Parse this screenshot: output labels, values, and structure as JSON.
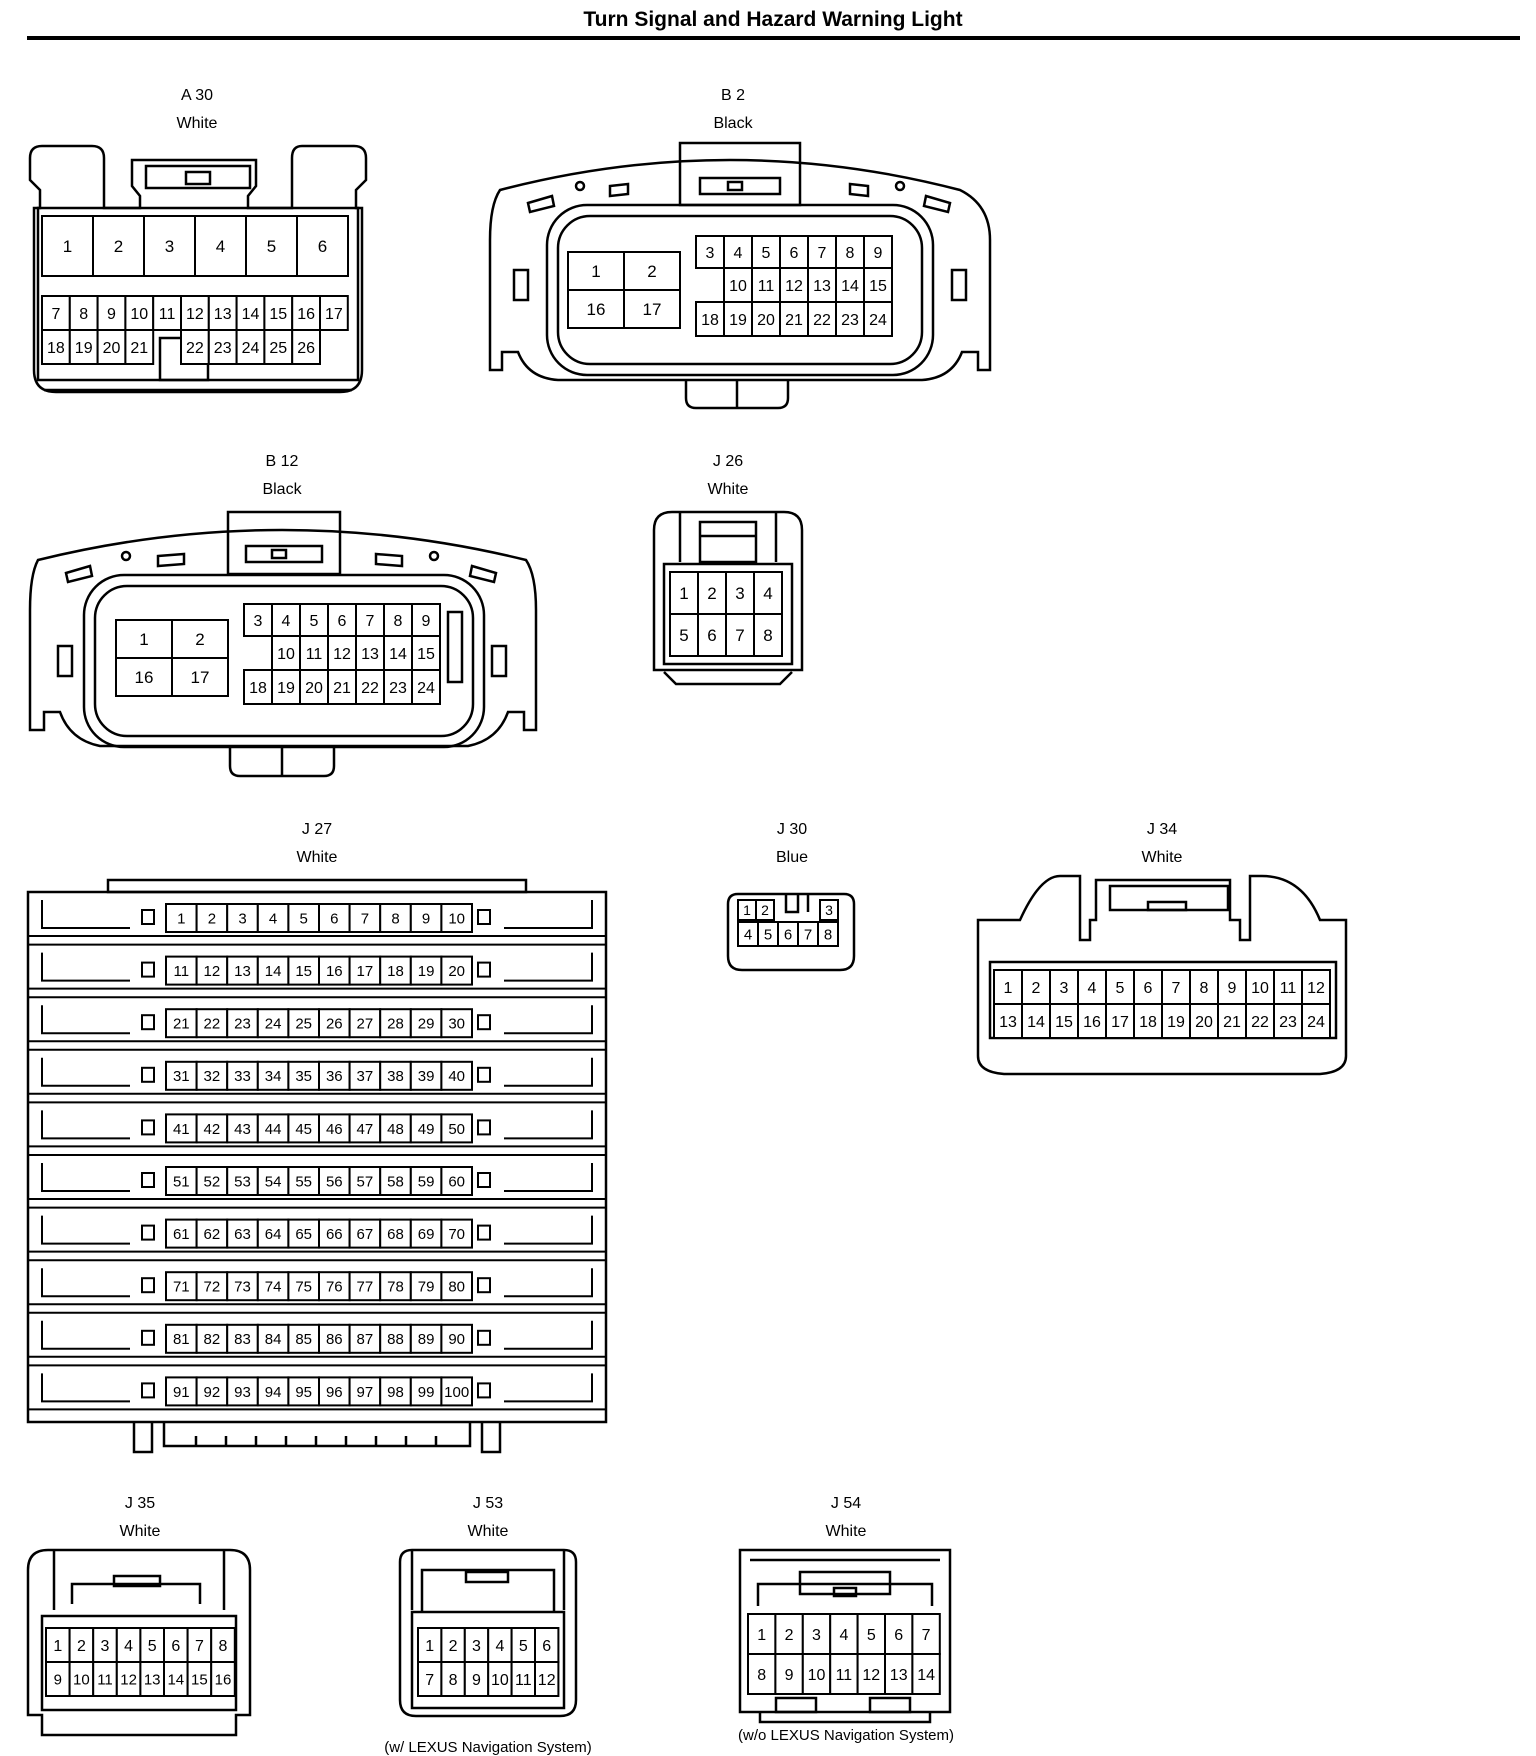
{
  "title": "Turn Signal and Hazard Warning Light",
  "connectors": [
    {
      "id": "A 30",
      "color": "White"
    },
    {
      "id": "B 2",
      "color": "Black"
    },
    {
      "id": "B 12",
      "color": "Black"
    },
    {
      "id": "J 26",
      "color": "White"
    },
    {
      "id": "J 27",
      "color": "White"
    },
    {
      "id": "J 30",
      "color": "Blue"
    },
    {
      "id": "J 34",
      "color": "White"
    },
    {
      "id": "J 35",
      "color": "White"
    },
    {
      "id": "J 53",
      "color": "White",
      "note": "(w/ LEXUS Navigation System)"
    },
    {
      "id": "J 54",
      "color": "White",
      "note": "(w/o LEXUS Navigation System)"
    }
  ],
  "pin_layouts": {
    "A 30": [
      [
        "1",
        "2",
        "3",
        "4",
        "5",
        "6"
      ],
      [
        "7",
        "8",
        "9",
        "10",
        "11",
        "12",
        "13",
        "14",
        "15",
        "16",
        "17"
      ],
      [
        "18",
        "19",
        "20",
        "21",
        "",
        "22",
        "23",
        "24",
        "25",
        "26"
      ]
    ],
    "B 2": {
      "large": [
        [
          "1",
          "2"
        ],
        [
          "16",
          "17"
        ]
      ],
      "small": [
        [
          "3",
          "4",
          "5",
          "6",
          "7",
          "8",
          "9"
        ],
        [
          "10",
          "11",
          "12",
          "13",
          "14",
          "15"
        ],
        [
          "18",
          "19",
          "20",
          "21",
          "22",
          "23",
          "24"
        ]
      ]
    },
    "B 12": {
      "large": [
        [
          "1",
          "2"
        ],
        [
          "16",
          "17"
        ]
      ],
      "small": [
        [
          "3",
          "4",
          "5",
          "6",
          "7",
          "8",
          "9"
        ],
        [
          "10",
          "11",
          "12",
          "13",
          "14",
          "15"
        ],
        [
          "18",
          "19",
          "20",
          "21",
          "22",
          "23",
          "24"
        ]
      ]
    },
    "J 26": [
      [
        "1",
        "2",
        "3",
        "4"
      ],
      [
        "5",
        "6",
        "7",
        "8"
      ]
    ],
    "J 27": "1-100 in 10 rows of 10",
    "J 30": [
      [
        "1",
        "2",
        "",
        "3"
      ],
      [
        "4",
        "5",
        "6",
        "7",
        "8"
      ]
    ],
    "J 34": [
      [
        "1",
        "2",
        "3",
        "4",
        "5",
        "6",
        "7",
        "8",
        "9",
        "10",
        "11",
        "12"
      ],
      [
        "13",
        "14",
        "15",
        "16",
        "17",
        "18",
        "19",
        "20",
        "21",
        "22",
        "23",
        "24"
      ]
    ],
    "J 35": [
      [
        "1",
        "2",
        "3",
        "4",
        "5",
        "6",
        "7",
        "8"
      ],
      [
        "9",
        "10",
        "11",
        "12",
        "13",
        "14",
        "15",
        "16"
      ]
    ],
    "J 53": [
      [
        "1",
        "2",
        "3",
        "4",
        "5",
        "6"
      ],
      [
        "7",
        "8",
        "9",
        "10",
        "11",
        "12"
      ]
    ],
    "J 54": [
      [
        "1",
        "2",
        "3",
        "4",
        "5",
        "6",
        "7"
      ],
      [
        "8",
        "9",
        "10",
        "11",
        "12",
        "13",
        "14"
      ]
    ]
  }
}
